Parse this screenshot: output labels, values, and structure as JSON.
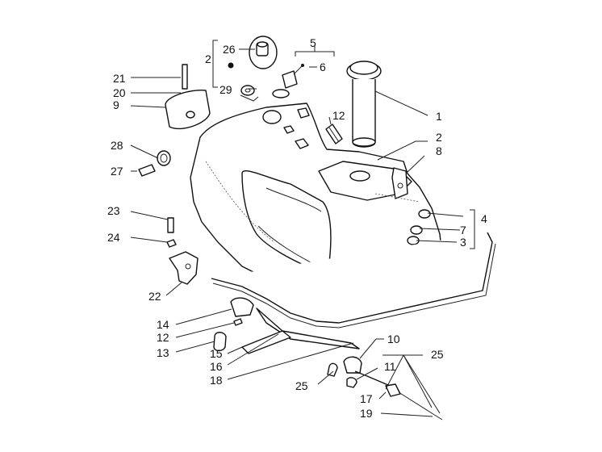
{
  "diagram": {
    "callouts": [
      {
        "id": "c1",
        "text": "1"
      },
      {
        "id": "c2a",
        "text": "2"
      },
      {
        "id": "c2b",
        "text": "2"
      },
      {
        "id": "c3",
        "text": "3"
      },
      {
        "id": "c4",
        "text": "4"
      },
      {
        "id": "c5",
        "text": "5"
      },
      {
        "id": "c6",
        "text": "6"
      },
      {
        "id": "c7",
        "text": "7"
      },
      {
        "id": "c8",
        "text": "8"
      },
      {
        "id": "c9",
        "text": "9"
      },
      {
        "id": "c10",
        "text": "10"
      },
      {
        "id": "c11",
        "text": "11"
      },
      {
        "id": "c12a",
        "text": "12"
      },
      {
        "id": "c12b",
        "text": "12"
      },
      {
        "id": "c13",
        "text": "13"
      },
      {
        "id": "c14",
        "text": "14"
      },
      {
        "id": "c15",
        "text": "15"
      },
      {
        "id": "c16",
        "text": "16"
      },
      {
        "id": "c17",
        "text": "17"
      },
      {
        "id": "c18",
        "text": "18"
      },
      {
        "id": "c19",
        "text": "19"
      },
      {
        "id": "c20",
        "text": "20"
      },
      {
        "id": "c21",
        "text": "21"
      },
      {
        "id": "c22",
        "text": "22"
      },
      {
        "id": "c23",
        "text": "23"
      },
      {
        "id": "c24",
        "text": "24"
      },
      {
        "id": "c25a",
        "text": "25"
      },
      {
        "id": "c25b",
        "text": "25"
      },
      {
        "id": "c26",
        "text": "26"
      },
      {
        "id": "c27",
        "text": "27"
      },
      {
        "id": "c28",
        "text": "28"
      },
      {
        "id": "c29",
        "text": "29"
      }
    ]
  }
}
